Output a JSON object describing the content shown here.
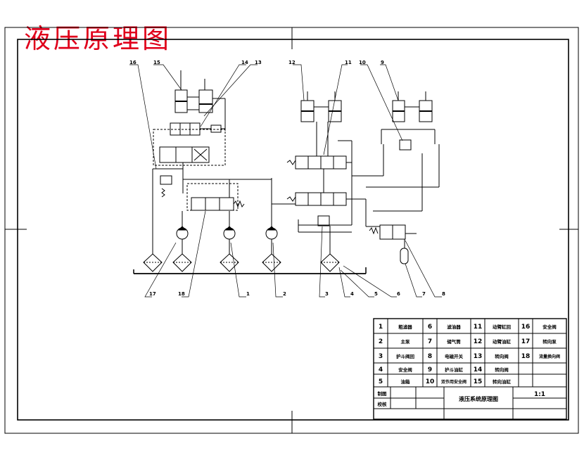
{
  "drawing": {
    "title": "液压原理图",
    "callouts": [
      "16",
      "15",
      "14",
      "13",
      "12",
      "11",
      "10",
      "9",
      "17",
      "18",
      "1",
      "2",
      "3",
      "4",
      "5",
      "6",
      "7",
      "8"
    ]
  },
  "title_block": {
    "parts": [
      {
        "no": "1",
        "name": "粗滤器"
      },
      {
        "no": "2",
        "name": "主泵"
      },
      {
        "no": "3",
        "name": "护斗阀回"
      },
      {
        "no": "4",
        "name": "安全阀"
      },
      {
        "no": "5",
        "name": "油箱"
      },
      {
        "no": "6",
        "name": "滤油器"
      },
      {
        "no": "7",
        "name": "储气筒"
      },
      {
        "no": "8",
        "name": "电磁开关"
      },
      {
        "no": "9",
        "name": "护斗油缸"
      },
      {
        "no": "10",
        "name": "双作用安全阀"
      },
      {
        "no": "11",
        "name": "动臂缸回"
      },
      {
        "no": "12",
        "name": "动臂油缸"
      },
      {
        "no": "13",
        "name": "转向阀"
      },
      {
        "no": "14",
        "name": "转向阀"
      },
      {
        "no": "15",
        "name": "转向油缸"
      },
      {
        "no": "16",
        "name": "安全阀"
      },
      {
        "no": "17",
        "name": "转向泵"
      },
      {
        "no": "18",
        "name": "流量换向阀"
      }
    ],
    "label_drawn": "制图",
    "label_checked": "校核",
    "drawing_name": "液压系统原理图",
    "scale": "1:1"
  }
}
